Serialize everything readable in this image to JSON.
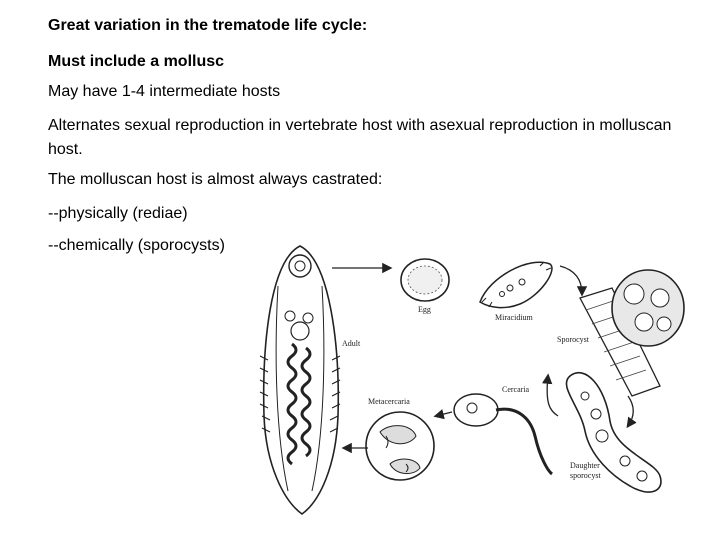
{
  "slide": {
    "lines": {
      "title": "Great variation in the trematode life cycle:",
      "point1": "Must include a mollusc",
      "point2": "May have 1-4 intermediate hosts",
      "point3": "Alternates sexual reproduction in vertebrate host with asexual reproduction in molluscan host.",
      "point4": "The molluscan host is almost always castrated:",
      "point5": "--physically (rediae)",
      "point6": "--chemically (sporocysts)"
    }
  },
  "figure": {
    "labels": {
      "adult": "Adult",
      "egg": "Egg",
      "miracidium": "Miracidium",
      "sporocyst": "Sporocyst",
      "daughter_sporocyst_1": "Daughter",
      "daughter_sporocyst_2": "sporocyst",
      "cercaria": "Cercaria",
      "metacercaria": "Metacercaria"
    }
  }
}
